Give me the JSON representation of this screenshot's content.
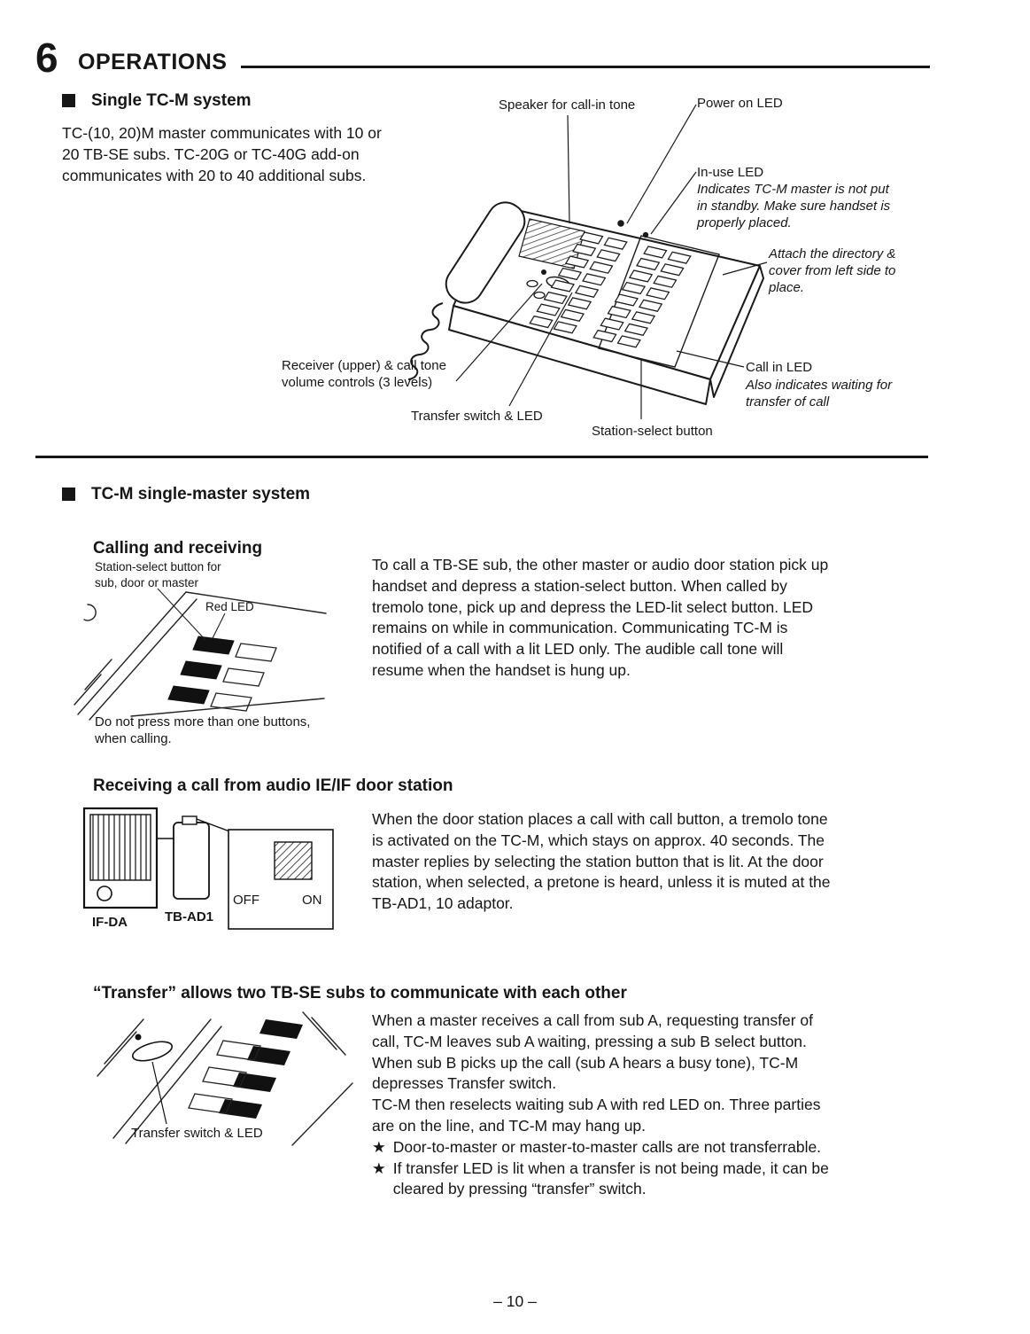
{
  "header": {
    "section_number": "6",
    "section_title": "OPERATIONS"
  },
  "single_tcm": {
    "heading": "Single TC-M system",
    "body": "TC-(10, 20)M master communicates with 10 or\n20 TB-SE subs. TC-20G or TC-40G add-on\ncommunicates with 20 to 40 additional subs.",
    "callouts": {
      "speaker": "Speaker for call-in tone",
      "power_led": "Power on LED",
      "in_use_led": "In-use LED",
      "in_use_led_note": "Indicates TC-M master is not put\nin standby. Make sure handset is\nproperly placed.",
      "directory_note": "Attach the directory &\ncover from left side to\nplace.",
      "call_in_led": "Call in LED",
      "call_in_led_note": "Also indicates waiting for\ntransfer of call",
      "receiver": "Receiver (upper) & call tone\nvolume controls (3 levels)",
      "transfer_switch": "Transfer switch & LED",
      "station_select": "Station-select button"
    }
  },
  "single_master": {
    "heading": "TC-M single-master system",
    "calling": {
      "heading": "Calling and receiving",
      "label_station_select_line1": "Station-select button for",
      "label_station_select_line2": "sub, door or master",
      "label_red_led": "Red LED",
      "caption": "Do not press more than one buttons,\nwhen calling.",
      "body": "To call a TB-SE sub, the other master or audio door station pick up\nhandset and depress a station-select button.  When called by\ntremolo tone, pick up and depress the LED-lit select button. LED\nremains on while in communication.  Communicating TC-M is\nnotified of a call with a lit LED only. The audible call tone will\nresume when the handset is hung up."
    },
    "door_station": {
      "heading": "Receiving a call from audio IE/IF door station",
      "label_if_da": "IF-DA",
      "label_tb_ad1": "TB-AD1",
      "label_off": "OFF",
      "label_on": "ON",
      "body": "When the door station places a call with call button, a tremolo tone\nis activated on the TC-M, which stays on approx. 40 seconds. The\nmaster replies by selecting the station button that is lit. At the door\nstation, when selected, a pretone is heard, unless it is muted at the\nTB-AD1, 10 adaptor."
    },
    "transfer": {
      "heading": "“Transfer” allows two TB-SE subs to communicate with each other",
      "label_transfer_switch": "Transfer switch & LED",
      "body_1": "When a master receives a call from sub A, requesting transfer of\ncall, TC-M leaves sub A waiting, pressing a sub B select button.\nWhen sub B picks up the call (sub A hears a busy tone), TC-M\ndepresses Transfer switch.",
      "body_2": "TC-M then reselects waiting sub A with red LED on.  Three parties\nare on the line, and TC-M may hang up.",
      "bullet": "★",
      "star_1": "Door-to-master or master-to-master calls are not transferrable.",
      "star_2": "If transfer LED is lit when a transfer is not being made, it can be\ncleared by pressing “transfer” switch."
    }
  },
  "footer": {
    "page_number": "– 10 –"
  }
}
